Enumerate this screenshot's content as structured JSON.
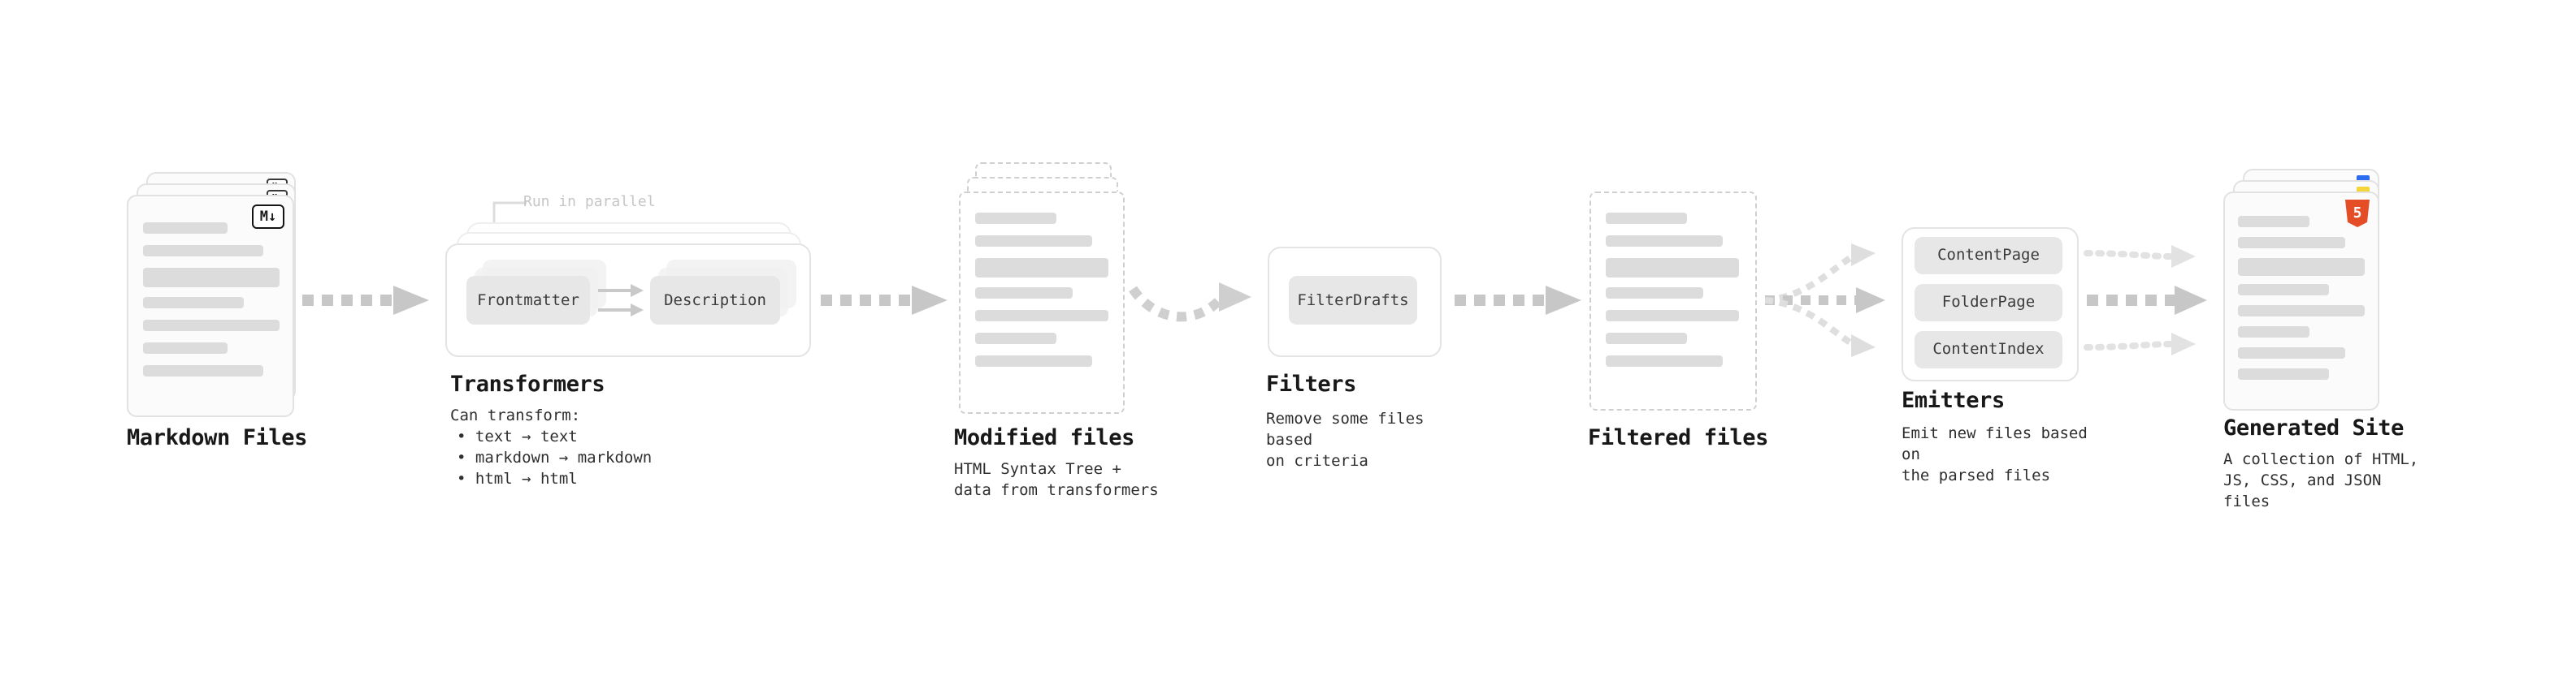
{
  "stages": {
    "markdown_files": {
      "label": "Markdown Files",
      "badge": "M↓"
    },
    "transformers": {
      "label": "Transformers",
      "annotation": "Run in parallel",
      "node1": "Frontmatter",
      "node2": "Description",
      "desc_title": "Can transform:",
      "bullets": [
        "• text → text",
        "• markdown → markdown",
        "• html → html"
      ]
    },
    "modified_files": {
      "label": "Modified files",
      "desc": "HTML Syntax Tree +\ndata from transformers"
    },
    "filters": {
      "label": "Filters",
      "node1": "FilterDrafts",
      "desc": "Remove some files based\non criteria"
    },
    "filtered_files": {
      "label": "Filtered files"
    },
    "emitters": {
      "label": "Emitters",
      "nodes": [
        "ContentPage",
        "FolderPage",
        "ContentIndex"
      ],
      "desc": "Emit new files based on\nthe parsed files"
    },
    "generated_site": {
      "label": "Generated Site",
      "badge": "5",
      "desc": "A collection of HTML,\nJS, CSS, and JSON files"
    }
  },
  "colors": {
    "arrow_gray": "#c7c7c7",
    "light_arrow_gray": "#dedede",
    "bar_gray": "#dcdcdc",
    "html5_orange": "#e44d26",
    "js_yellow": "#f5d43c",
    "css_blue": "#2b6cf0"
  }
}
